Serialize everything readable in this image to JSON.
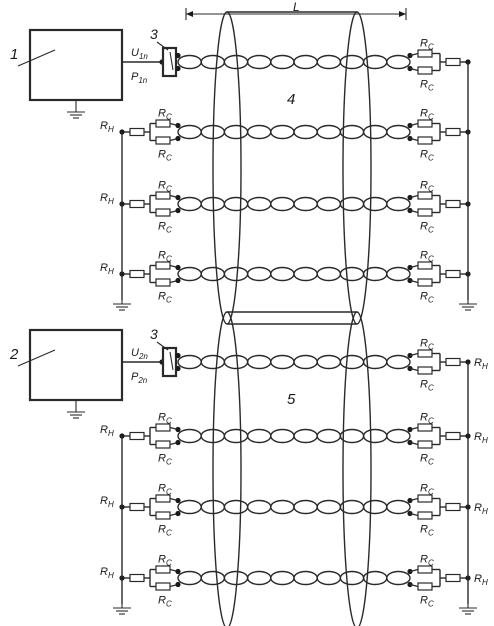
{
  "labels": {
    "length": "L",
    "gen1": "1",
    "gen2": "2",
    "transformer": "3",
    "bundle1": "4",
    "bundle2": "5",
    "u1_main": "U",
    "u1_sub": "1n",
    "p1_main": "P",
    "p1_sub": "1n",
    "u2_main": "U",
    "u2_sub": "2n",
    "p2_main": "P",
    "p2_sub": "2n",
    "rc_main": "R",
    "rc_sub": "C",
    "rh_main": "R",
    "rh_sub": "H"
  },
  "icons": [
    "ground-icon",
    "resistor-icon",
    "twisted-pair-icon",
    "matching-transformer-icon",
    "generator-box-icon"
  ],
  "colors": {
    "line": "#2a2a2a",
    "text": "#1a1a1a",
    "background": "#ffffff"
  }
}
